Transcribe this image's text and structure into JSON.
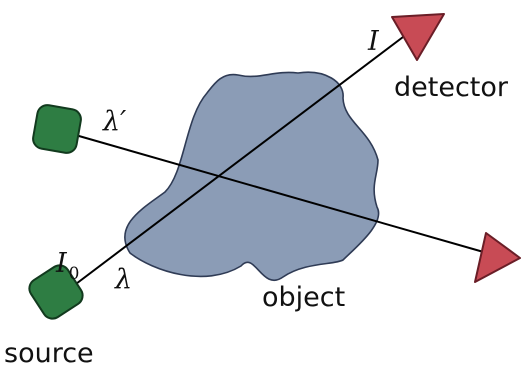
{
  "labels": {
    "detector": "detector",
    "source": "source",
    "object": "object",
    "intensity_out": "I",
    "intensity_in_base": "I",
    "intensity_in_sub": "0",
    "wavelength_in": "λ",
    "wavelength_out": "λ′"
  },
  "colors": {
    "object_fill": "#8B9CB6",
    "object_stroke": "#2F3B55",
    "source_fill": "#2E7D43",
    "source_stroke": "#123A1E",
    "detector_fill": "#C84B55",
    "detector_stroke": "#6A1E27",
    "beam": "#000000"
  }
}
